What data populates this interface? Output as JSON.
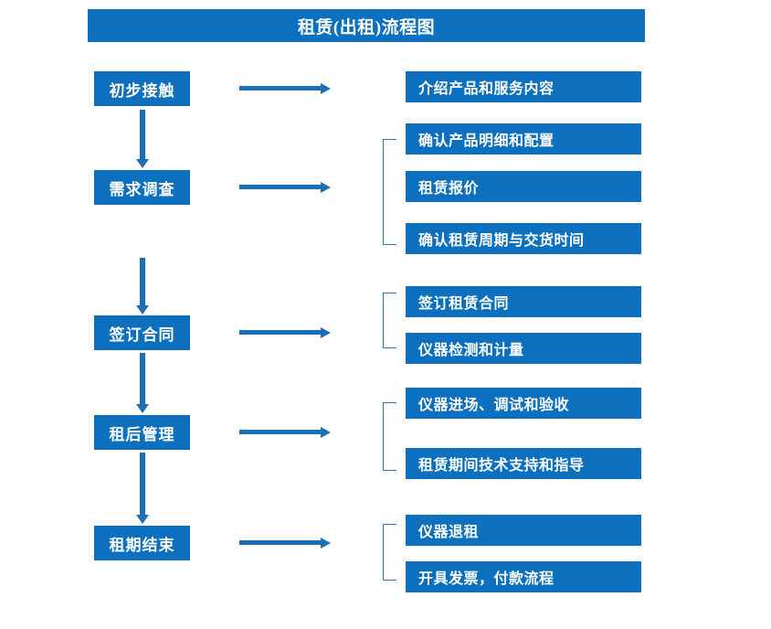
{
  "title": "租赁(出租)流程图",
  "colors": {
    "box_fill": "#0C70BE",
    "arrow": "#1A6FB5",
    "bracket": "#2E79B5",
    "text": "#FFFFFF",
    "background": "#FFFFFF"
  },
  "stages": [
    {
      "label": "初步接触"
    },
    {
      "label": "需求调查"
    },
    {
      "label": "签订合同"
    },
    {
      "label": "租后管理"
    },
    {
      "label": "租期结束"
    }
  ],
  "details": [
    {
      "label": "介绍产品和服务内容"
    },
    {
      "label": "确认产品明细和配置"
    },
    {
      "label": "租赁报价"
    },
    {
      "label": "确认租赁周期与交货时间"
    },
    {
      "label": "签订租赁合同"
    },
    {
      "label": "仪器检测和计量"
    },
    {
      "label": "仪器进场、调试和验收"
    },
    {
      "label": "租赁期间技术支持和指导"
    },
    {
      "label": "仪器退租"
    },
    {
      "label": "开具发票，付款流程"
    }
  ],
  "flow": {
    "stage_to_detail_arrows": 5,
    "stage_to_stage_arrows": 4,
    "group_brackets": 4
  }
}
